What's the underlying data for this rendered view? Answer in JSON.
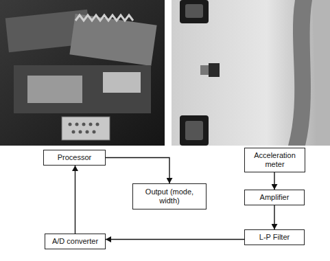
{
  "diagram": {
    "nodes": [
      {
        "text": [
          "Processor"
        ]
      },
      {
        "text": [
          "Acceleration meter"
        ]
      },
      {
        "text": [
          "Output (mode, width)"
        ]
      },
      {
        "text": [
          "Amplifier"
        ]
      },
      {
        "text": [
          "A/D converter"
        ]
      },
      {
        "text": [
          "L-P Filter"
        ]
      }
    ],
    "edges": [
      {
        "from": 0,
        "to": 2,
        "arrow": "to"
      },
      {
        "from": 1,
        "to": 3,
        "arrow": "to"
      },
      {
        "from": 3,
        "to": 5,
        "arrow": "to"
      },
      {
        "from": 5,
        "to": 4,
        "arrow": "to"
      },
      {
        "from": 4,
        "to": 0,
        "arrow": "to"
      }
    ]
  }
}
